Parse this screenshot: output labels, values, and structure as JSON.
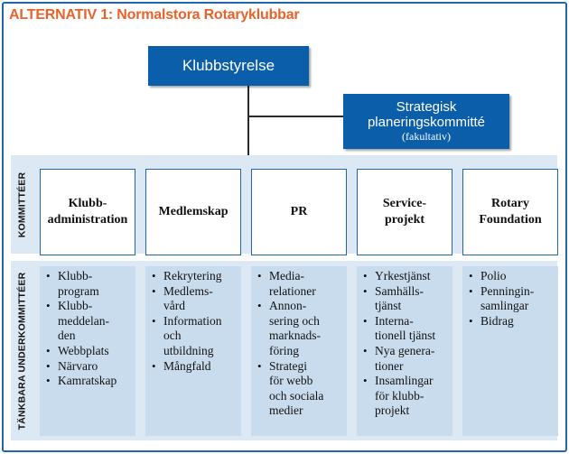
{
  "heading": "ALTERNATIV 1: Normalstora Rotaryklubbar",
  "board": "Klubbstyrelse",
  "strategy": {
    "line1": "Strategisk",
    "line2": "planeringskommitté",
    "line3": "(fakultativ)"
  },
  "labels": {
    "committees": "KOMMITTÉER",
    "subcommittees": "TÄNKBARA UNDERKOMMITTÉER"
  },
  "committees": [
    "Klubb-\nadministration",
    "Medlemskap",
    "PR",
    "Service-\nprojekt",
    "Rotary\nFoundation"
  ],
  "subcommittees": [
    [
      "Klubb-\nprogram",
      "Klubb-\nmeddelan-\nden",
      "Webbplats",
      "Närvaro",
      "Kamratskap"
    ],
    [
      "Rekrytering",
      "Medlems-\nvård",
      "Information\noch\nutbildning",
      "Mångfald"
    ],
    [
      "Media-\nrelationer",
      "Annon-\nsering och\nmarknads-\nföring",
      "Strategi\nför webb\noch sociala\nmedier"
    ],
    [
      "Yrkestjänst",
      "Samhälls-\ntjänst",
      "Interna-\ntionell tjänst",
      "Nya genera-\ntioner",
      "Insamlingar\nför klubb-\nprojekt"
    ],
    [
      "Polio",
      "Penningin-\nsamlingar",
      "Bidrag"
    ]
  ],
  "colors": {
    "heading": "#e8622a",
    "box_fill": "#0b5ea9",
    "band": "#dce8f4",
    "sub_fill": "#c9dcee",
    "border": "#1f66ad"
  }
}
